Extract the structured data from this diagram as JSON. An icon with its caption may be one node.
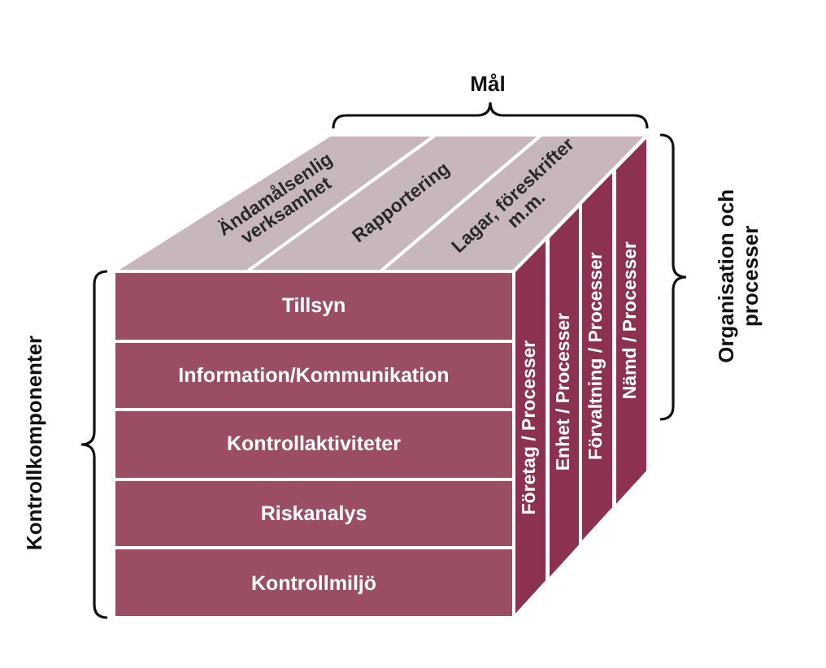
{
  "diagram": {
    "nodes": [
      {
        "text": [
          "Ändamålsenlig verksamhet"
        ]
      },
      {
        "text": [
          "Rapportering"
        ]
      },
      {
        "text": [
          "Lagar, föreskrifter m.m."
        ]
      },
      {
        "text": [
          "Tillsyn"
        ]
      },
      {
        "text": [
          "Information/Kommunikation"
        ]
      },
      {
        "text": [
          "Kontrollaktiviteter"
        ]
      },
      {
        "text": [
          "Riskanalys"
        ]
      },
      {
        "text": [
          "Kontrollmiljö"
        ]
      },
      {
        "text": [
          "Företag / Processer"
        ]
      },
      {
        "text": [
          "Enhet / Processer"
        ]
      },
      {
        "text": [
          "Förvaltning / Processer"
        ]
      },
      {
        "text": [
          "Nämd / Processer"
        ]
      }
    ],
    "labels": [
      "Mål",
      "Organisation och processer",
      "Kontrollkomponenter"
    ]
  }
}
